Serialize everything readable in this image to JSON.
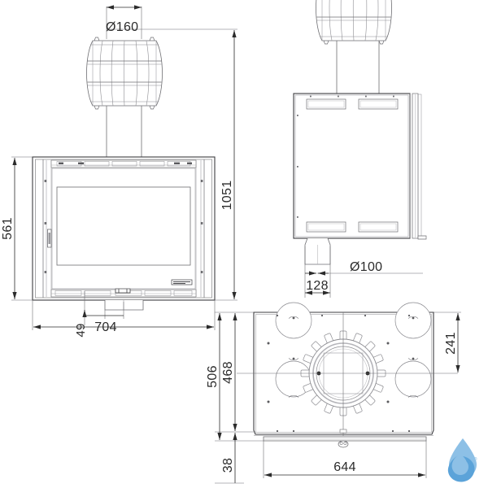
{
  "drawing": {
    "title": "Stove insert technical drawing",
    "line_color": "#6e6e72",
    "heavy_line_color": "#3c3c40",
    "dim_text_color": "#2b2b2b",
    "background": "#ffffff",
    "logo_color": "#7cb4e0",
    "units": "mm",
    "views": [
      {
        "id": "front-view",
        "name": "Front elevation"
      },
      {
        "id": "side-view",
        "name": "Side section"
      },
      {
        "id": "plan-view",
        "name": "Top / plan view"
      }
    ]
  },
  "dimensions": {
    "flue_top_diameter": "Ø160",
    "total_height": "1051",
    "front_height": "561",
    "front_width": "704",
    "front_offset": "49",
    "air_inlet_diameter": "Ø100",
    "air_inlet_offset": "128",
    "plan_depth_total": "506",
    "plan_depth_body": "468",
    "plan_base_depth": "38",
    "plan_width": "644",
    "plan_axis_offset": "241"
  },
  "logo": {
    "name": "water-drop-logo",
    "registered_mark": "®"
  }
}
